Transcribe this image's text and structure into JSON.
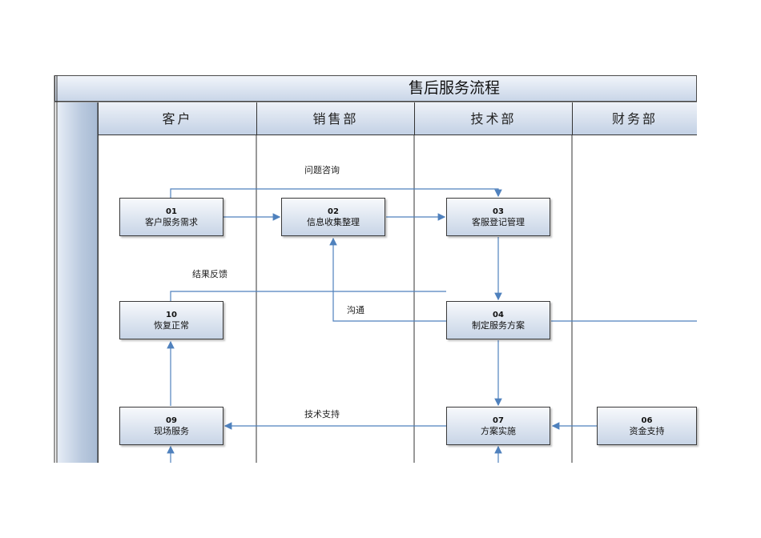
{
  "title": "售后服务流程",
  "lanes": [
    "客户",
    "销售部",
    "技术部",
    "财务部"
  ],
  "nodes": [
    {
      "id": "01",
      "label": "客户服务需求"
    },
    {
      "id": "02",
      "label": "信息收集整理"
    },
    {
      "id": "03",
      "label": "客服登记管理"
    },
    {
      "id": "04",
      "label": "制定服务方案"
    },
    {
      "id": "06",
      "label": "资金支持"
    },
    {
      "id": "07",
      "label": "方案实施"
    },
    {
      "id": "09",
      "label": "现场服务"
    },
    {
      "id": "10",
      "label": "恢复正常"
    }
  ],
  "edge_labels": {
    "inquiry": "问题咨询",
    "feedback": "结果反馈",
    "communicate": "沟通",
    "tech_support": "技术支持"
  },
  "colors": {
    "line": "#4f81bd",
    "border": "#333333"
  }
}
